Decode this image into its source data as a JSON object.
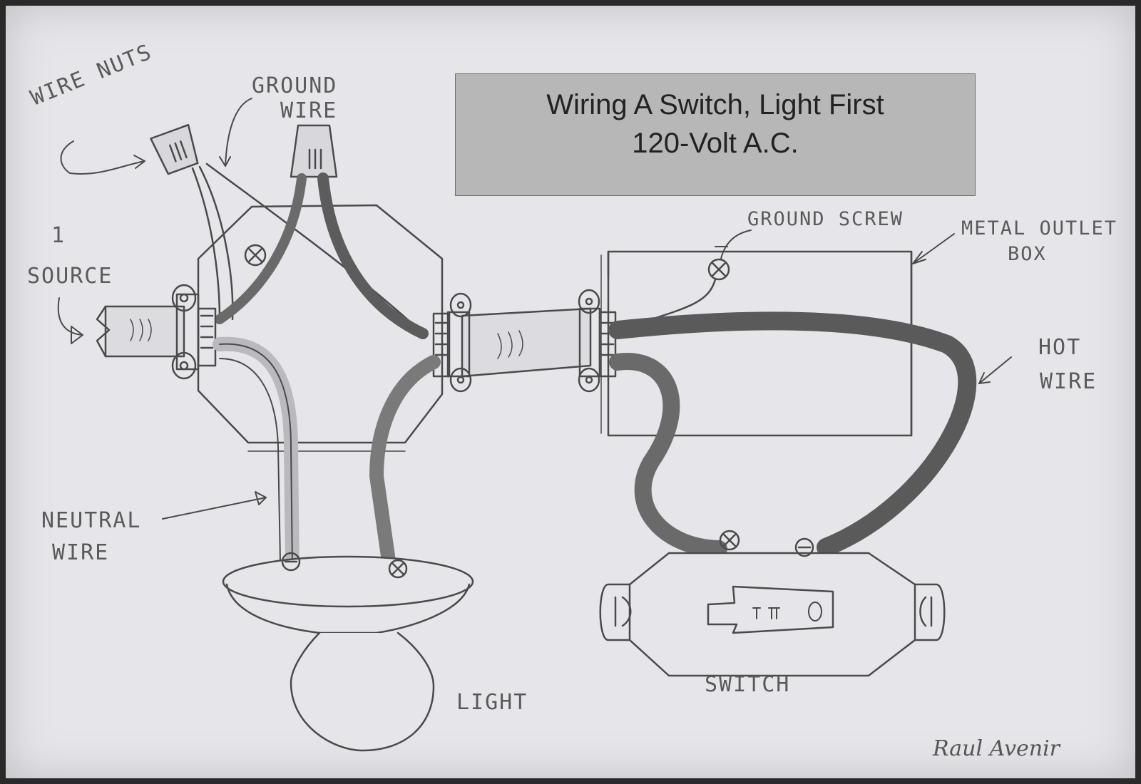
{
  "title": {
    "line1": "Wiring A Switch, Light First",
    "line2": "120-Volt A.C."
  },
  "labels": {
    "wire_nuts": "WIRE NUTS",
    "ground_wire_1": "GROUND",
    "ground_wire_2": "WIRE",
    "source_num": "1",
    "source": "SOURCE",
    "ground_screw": "GROUND SCREW",
    "metal_outlet_1": "METAL OUTLET",
    "metal_outlet_2": "BOX",
    "hot_wire_1": "HOT",
    "hot_wire_2": "WIRE",
    "neutral_wire_1": "NEUTRAL",
    "neutral_wire_2": "WIRE",
    "light": "LIGHT",
    "switch": "SWITCH",
    "signature": "Raul Avenir"
  },
  "colors": {
    "paper": "#e6e6ea",
    "pencil": "#4a4a4a",
    "title_box": "#b7b7b8",
    "border": "#2a2a2a"
  }
}
